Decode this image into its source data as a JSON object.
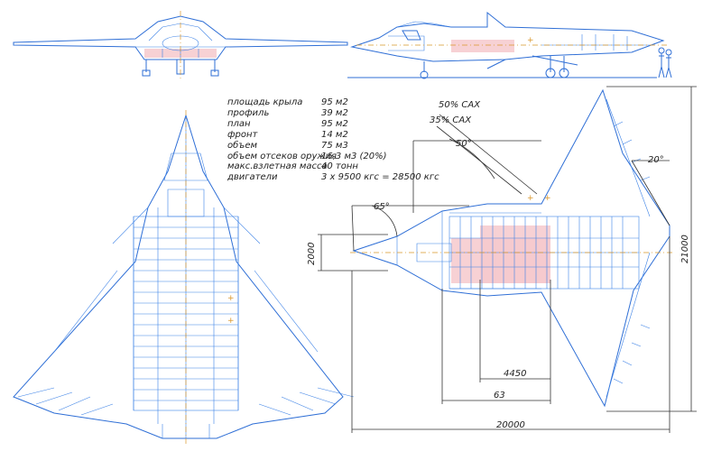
{
  "specs": [
    {
      "label": "площадь крыла",
      "value": "95 м2"
    },
    {
      "label": "профиль",
      "value": "39 м2"
    },
    {
      "label": "план",
      "value": "95 м2"
    },
    {
      "label": "фронт",
      "value": "14 м2"
    },
    {
      "label": "объем",
      "value": "75 м3"
    },
    {
      "label": "объем отсеков оружия",
      "value": "16,3 м3 (20%)"
    },
    {
      "label": "макс.взлетная масса",
      "value": "40 тонн"
    },
    {
      "label": "двигатели",
      "value": "3 х 9500 кгс = 28500 кгс"
    }
  ],
  "dimensions": {
    "mac50": "50% САХ",
    "mac35": "35% САХ",
    "angle50": "50°",
    "angle65": "65°",
    "angle20": "20°",
    "width2000": "2000",
    "span21000": "21000",
    "length20000": "20000",
    "d4450": "4450",
    "d63": "63"
  },
  "colors": {
    "line": "#2f6fd6",
    "bay": "#f6c9cc",
    "centerline": "#d9962a",
    "dimension": "#333333"
  }
}
